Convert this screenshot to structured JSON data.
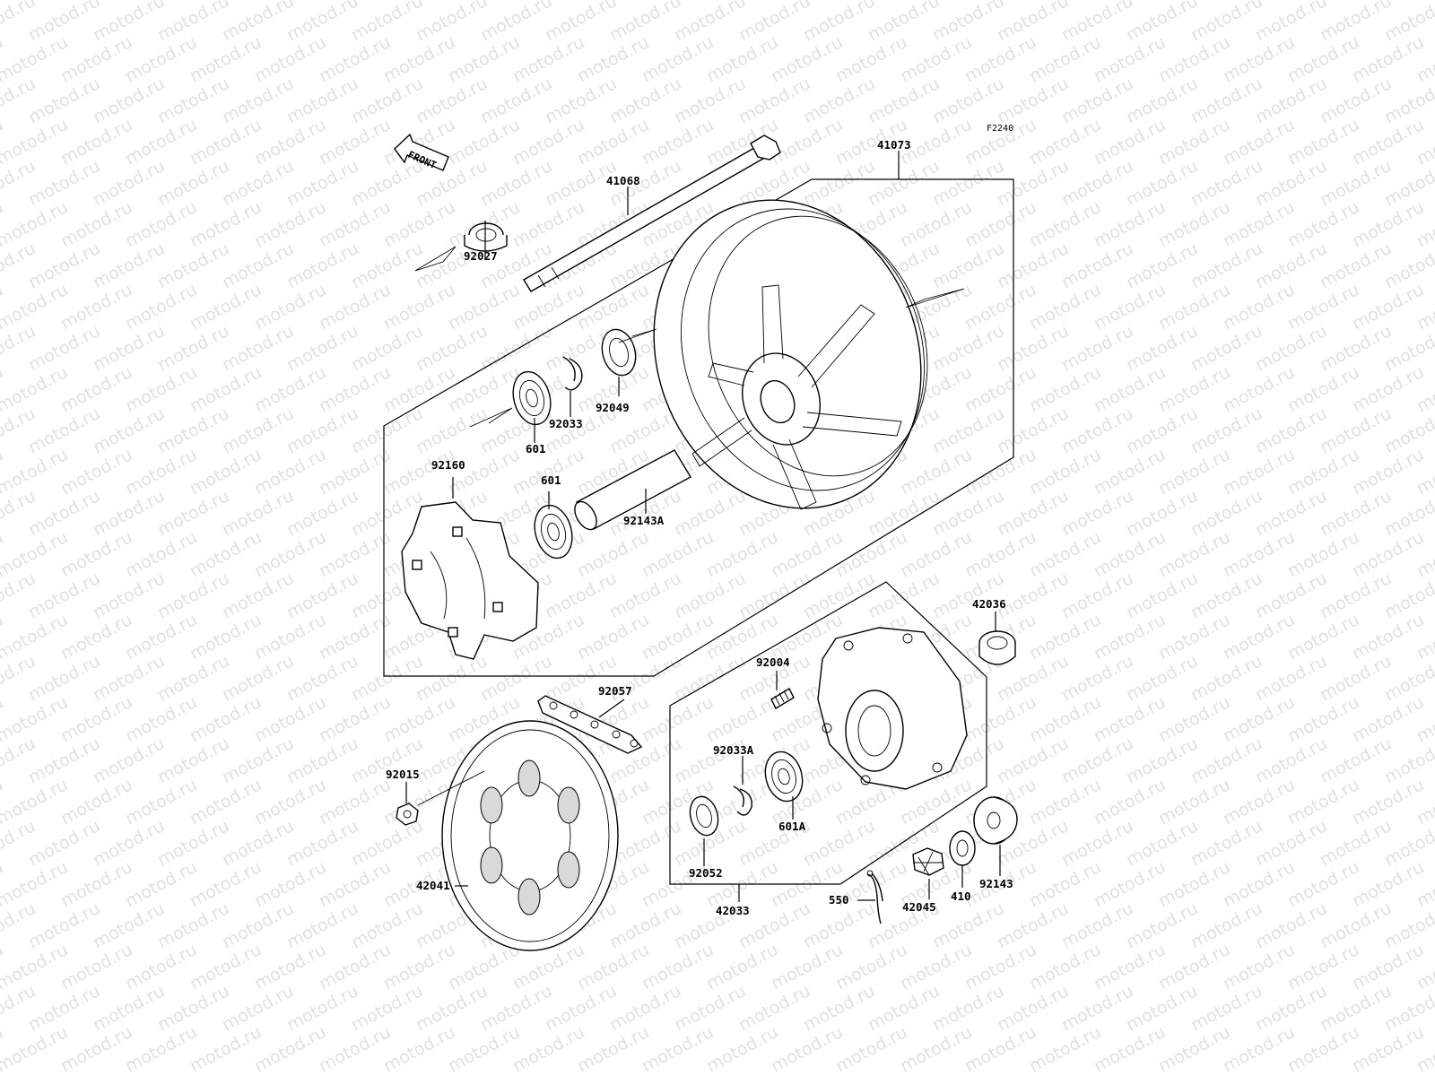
{
  "watermark": "motod.ru",
  "figure_code": "F2240",
  "front_arrow": {
    "label": "FRONT"
  },
  "part_labels": {
    "axle": "41068",
    "wheel": "41073",
    "collar_left": "92027",
    "circlip_upper": "92033",
    "oil_seal_upper": "92049",
    "bearing_upper": "601",
    "bearing_lower": "601",
    "damper": "92160",
    "spacer_inner": "92143A",
    "collar_right": "42036",
    "stud": "92004",
    "chain": "92057",
    "nut_sprocket": "92015",
    "circlip_coupling": "92033A",
    "bearing_coupling": "601A",
    "seal_coupling": "92052",
    "coupling": "42033",
    "sprocket": "42041",
    "cotter_pin": "550",
    "axle_nut": "42045",
    "washer": "410",
    "spacer_outer": "92143"
  }
}
